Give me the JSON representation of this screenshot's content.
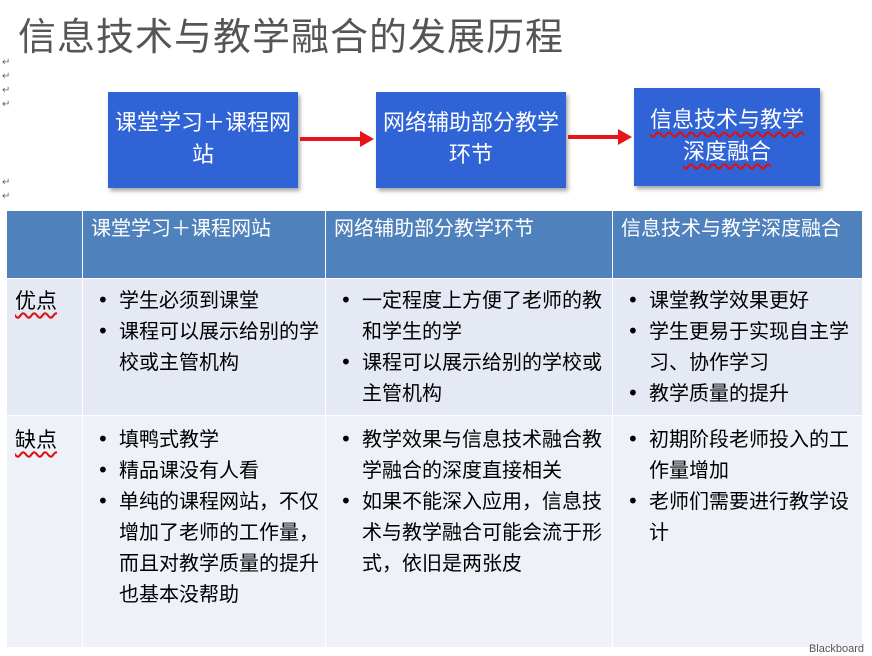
{
  "title": "信息技术与教学融合的发展历程",
  "flow": {
    "stages": [
      "课堂学习＋课程网站",
      "网络辅助部分教学环节",
      "信息技术与教学深度融合"
    ],
    "arrow_color": "#e8141a",
    "box_color": "#2f63d6"
  },
  "table": {
    "headers": [
      "",
      "课堂学习＋课程网站",
      "网络辅助部分教学环节",
      "信息技术与教学深度融合"
    ],
    "rows": [
      {
        "label": "优点",
        "cells": [
          [
            "学生必须到课堂",
            "课程可以展示给别的学校或主管机构"
          ],
          [
            "一定程度上方便了老师的教和学生的学",
            "课程可以展示给别的学校或主管机构"
          ],
          [
            "课堂教学效果更好",
            "学生更易于实现自主学习、协作学习",
            "教学质量的提升"
          ]
        ]
      },
      {
        "label": "缺点",
        "cells": [
          [
            "填鸭式教学",
            "精品课没有人看",
            "单纯的课程网站，不仅增加了老师的工作量，而且对教学质量的提升也基本没帮助"
          ],
          [
            "教学效果与信息技术融合教学融合的深度直接相关",
            "如果不能深入应用，信息技术与教学融合可能会流于形式，依旧是两张皮"
          ],
          [
            "初期阶段老师投入的工作量增加",
            "老师们需要进行教学设计"
          ]
        ]
      }
    ]
  },
  "brand": "Blackboard"
}
